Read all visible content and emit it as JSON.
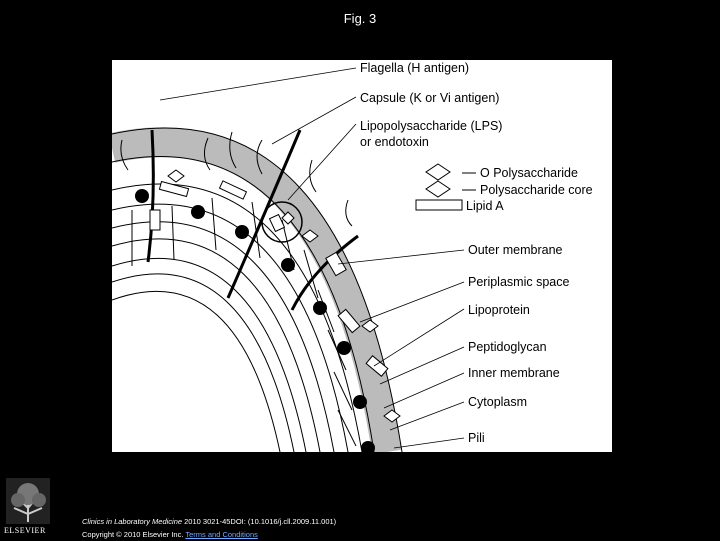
{
  "figure": {
    "title": "Fig. 3"
  },
  "labels": {
    "flagella": "Flagella (H antigen)",
    "capsule": "Capsule (K or Vi antigen)",
    "lps_line1": "Lipopolysaccharide (LPS)",
    "lps_line2": "or endotoxin",
    "o_poly": "O Polysaccharide",
    "poly_core": "Polysaccharide core",
    "lipid_a": "Lipid A",
    "outer_membrane": "Outer membrane",
    "periplasmic": "Periplasmic space",
    "lipoprotein": "Lipoprotein",
    "peptidoglycan": "Peptidoglycan",
    "inner_membrane": "Inner membrane",
    "cytoplasm": "Cytoplasm",
    "pili": "Pili"
  },
  "citation": {
    "journal": "Clinics in Laboratory Medicine",
    "details": " 2010 3021-45DOI: (10.1016/j.cll.2009.11.001)",
    "copyright": "Copyright © 2010 Elsevier Inc. ",
    "terms": "Terms and Conditions"
  },
  "publisher": {
    "name": "ELSEVIER"
  }
}
